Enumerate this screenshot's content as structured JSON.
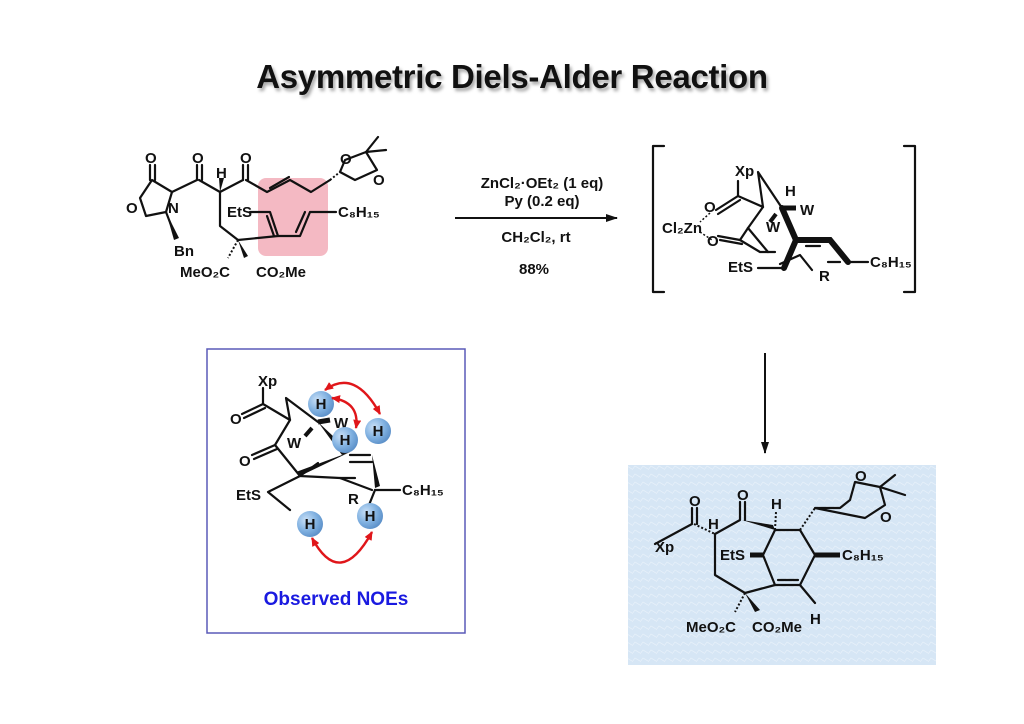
{
  "title": "Asymmetric Diels-Alder Reaction",
  "reaction": {
    "conditions": {
      "reagent_line1": "ZnCl₂·OEt₂ (1 eq)",
      "reagent_line2": "Py (0.2 eq)",
      "solvent": "CH₂Cl₂, rt",
      "yield": "88%"
    },
    "highlight_color": "#f4b9c3",
    "arrow_color": "#111111"
  },
  "starting_material": {
    "labels": {
      "oxo1": "O",
      "oxo2": "O",
      "oxo3": "O",
      "ring_o": "O",
      "ring_n": "N",
      "bn": "Bn",
      "h": "H",
      "ets": "EtS",
      "c8h15": "C₈H₁₅",
      "meo2c": "MeO₂C",
      "co2me": "CO₂Me",
      "diox_o1": "O",
      "diox_o2": "O"
    }
  },
  "transition_state": {
    "labels": {
      "xp": "Xp",
      "h": "H",
      "w1": "W",
      "w2": "W",
      "cl2zn": "Cl₂Zn",
      "o1": "O",
      "o2": "O",
      "ets": "EtS",
      "r": "R",
      "c8h15": "C₈H₁₅"
    }
  },
  "noe_box": {
    "caption": "Observed NOEs",
    "caption_color": "#1a1ae0",
    "border_color": "#5a5ab8",
    "h_sphere_color": "#7fb0e0",
    "noe_arrow_color": "#e0161a",
    "labels": {
      "xp": "Xp",
      "o1": "O",
      "o2": "O",
      "w1": "W",
      "w2": "W",
      "ets": "EtS",
      "r": "R",
      "c8h15": "C₈H₁₅",
      "h": "H"
    }
  },
  "product": {
    "background_color": "#d6e6f5",
    "labels": {
      "xp": "Xp",
      "o1": "O",
      "o2": "O",
      "h1": "H",
      "h2": "H",
      "h3": "H",
      "ets": "EtS",
      "c8h15": "C₈H₁₅",
      "meo2c": "MeO₂C",
      "co2me": "CO₂Me",
      "diox_o1": "O",
      "diox_o2": "O"
    }
  }
}
